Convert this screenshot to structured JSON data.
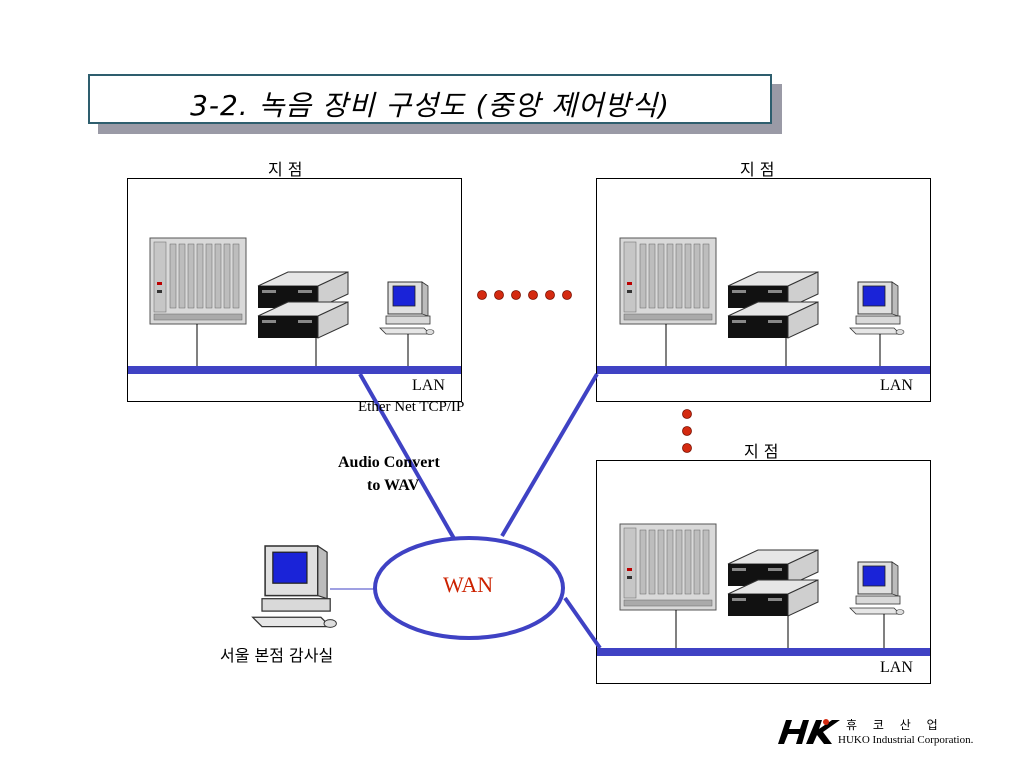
{
  "title": "3-2.  녹음 장비 구성도 (중앙 제어방식)",
  "branches": [
    {
      "label": "지  점",
      "lan": "LAN"
    },
    {
      "label": "지  점",
      "lan": "LAN"
    },
    {
      "label": "지  점",
      "lan": "LAN"
    }
  ],
  "network": {
    "protocol": "Ether Net TCP/IP",
    "convert_line1": "Audio Convert",
    "convert_line2": "to WAV",
    "wan": "WAN"
  },
  "headquarters": {
    "label": "서울 본점 감사실"
  },
  "logo": {
    "korean": "휴 코 산 업",
    "english": "HUKO Industrial Corporation.",
    "mark": "HK"
  },
  "colors": {
    "link": "#3f42c4",
    "dots": "#d42a10",
    "wan_text": "#cc2200"
  }
}
